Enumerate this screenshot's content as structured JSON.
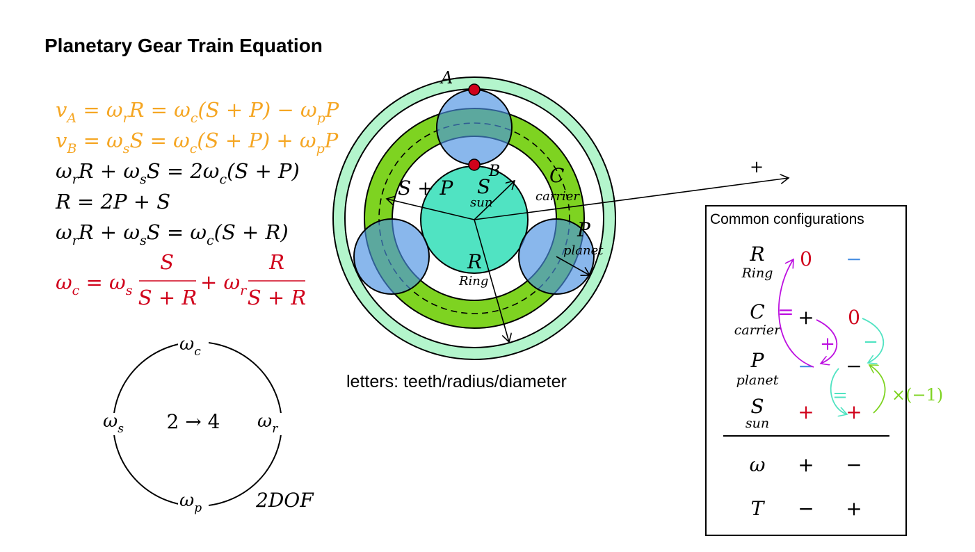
{
  "title": "Planetary Gear Train Equation",
  "colors": {
    "orange": "#f5a623",
    "red": "#d0021b",
    "ring": "#b3f5cc",
    "carrier": "#7ed321",
    "sun": "#50e3c2",
    "planet": "#4a90e2",
    "purple": "#bd10e0",
    "teal": "#50e3c2",
    "green": "#7ed321",
    "blue": "#4a90e2"
  },
  "equations": {
    "line1": {
      "a": "v",
      "a_sub": "A",
      "b": " = ω",
      "b_sub": "r",
      "c": "R = ω",
      "c_sub": "c",
      "d": "(S + P) − ω",
      "d_sub": "p",
      "e": "P"
    },
    "line2": {
      "a": "v",
      "a_sub": "B",
      "b": " = ω",
      "b_sub": "s",
      "c": "S = ω",
      "c_sub": "c",
      "d": "(S + P) + ω",
      "d_sub": "p",
      "e": "P"
    },
    "line3": {
      "a": "ω",
      "a_sub": "r",
      "b": "R + ω",
      "b_sub": "s",
      "c": "S = 2ω",
      "c_sub": "c",
      "d": "(S + P)"
    },
    "line4": {
      "text": "R = 2P + S"
    },
    "line5": {
      "a": "ω",
      "a_sub": "r",
      "b": "R + ω",
      "b_sub": "s",
      "c": "S = ω",
      "c_sub": "c",
      "d": "(S + R)"
    },
    "line6": {
      "a": "ω",
      "a_sub": "c",
      "b": " = ω",
      "b_sub": "s",
      "frac1_num": "S",
      "frac1_den": "S + R",
      "c": "+ ω",
      "c_sub": "r",
      "frac2_num": "R",
      "frac2_den": "S + R"
    }
  },
  "dof_circle": {
    "top": "ω",
    "top_sub": "c",
    "left": "ω",
    "left_sub": "s",
    "right": "ω",
    "right_sub": "r",
    "bottom": "ω",
    "bottom_sub": "p",
    "center": "2 → 4",
    "dof_label": "2DOF"
  },
  "gear": {
    "label_A": "A",
    "label_B": "B",
    "label_SP": "S + P",
    "label_S": "S",
    "label_sun": "sun",
    "label_C": "C",
    "label_carrier": "carrier",
    "label_P": "P",
    "label_planet": "planet",
    "label_R": "R",
    "label_Ring": "Ring",
    "plus": "+",
    "caption": "letters: teeth/radius/diameter"
  },
  "config": {
    "heading": "Common configurations",
    "rows": [
      {
        "sym": "R",
        "name": "Ring",
        "c1": "0",
        "c2": "−"
      },
      {
        "sym": "C",
        "name": "carrier",
        "c1": "+",
        "c2": "0"
      },
      {
        "sym": "P",
        "name": "planet",
        "c1": "−",
        "c2": "−"
      },
      {
        "sym": "S",
        "name": "sun",
        "c1": "+",
        "c2": "+"
      }
    ],
    "omega_row": {
      "sym": "ω",
      "c1": "+",
      "c2": "−"
    },
    "torque_row": {
      "sym": "T",
      "c1": "−",
      "c2": "+"
    },
    "arrow_eq": "=",
    "arrow_plus": "+",
    "arrow_minus": "−",
    "times_neg1": "×(−1)"
  }
}
